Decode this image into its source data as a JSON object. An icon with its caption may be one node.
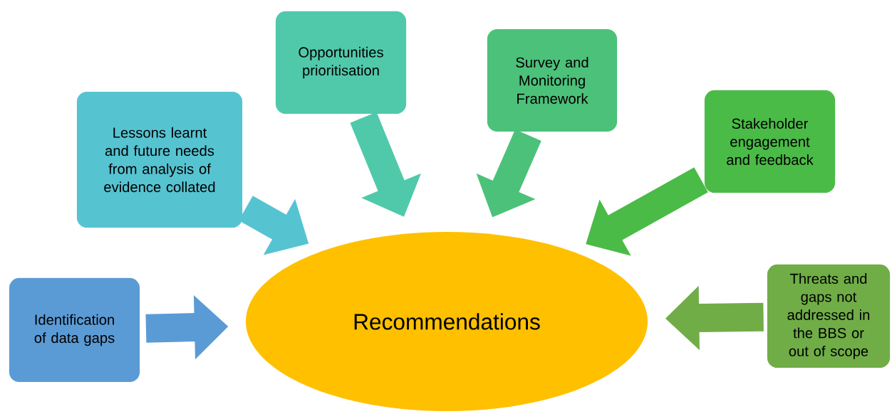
{
  "diagram": {
    "nodes": [
      {
        "text": [
          "Identification of data gaps"
        ]
      },
      {
        "text": [
          "Lessons learnt and future needs from analysis of evidence collated"
        ]
      },
      {
        "text": [
          "Opportunities prioritisation"
        ]
      },
      {
        "text": [
          "Survey and Monitoring Framework"
        ]
      },
      {
        "text": [
          "Stakeholder engagement and feedback"
        ]
      },
      {
        "text": [
          "Threats and gaps not addressed in the BBS or out of scope"
        ]
      },
      {
        "text": [
          "Recommendations"
        ]
      }
    ],
    "edges": [
      {
        "from": 0,
        "to": 6,
        "arrow": "to",
        "color": "#5b9bd5"
      },
      {
        "from": 1,
        "to": 6,
        "arrow": "to",
        "color": "#56c3d1"
      },
      {
        "from": 2,
        "to": 6,
        "arrow": "to",
        "color": "#50c9ab"
      },
      {
        "from": 3,
        "to": 6,
        "arrow": "to",
        "color": "#4cc17a"
      },
      {
        "from": 4,
        "to": 6,
        "arrow": "to",
        "color": "#4bbb47"
      },
      {
        "from": 5,
        "to": 6,
        "arrow": "to",
        "color": "#70ad47"
      }
    ]
  }
}
